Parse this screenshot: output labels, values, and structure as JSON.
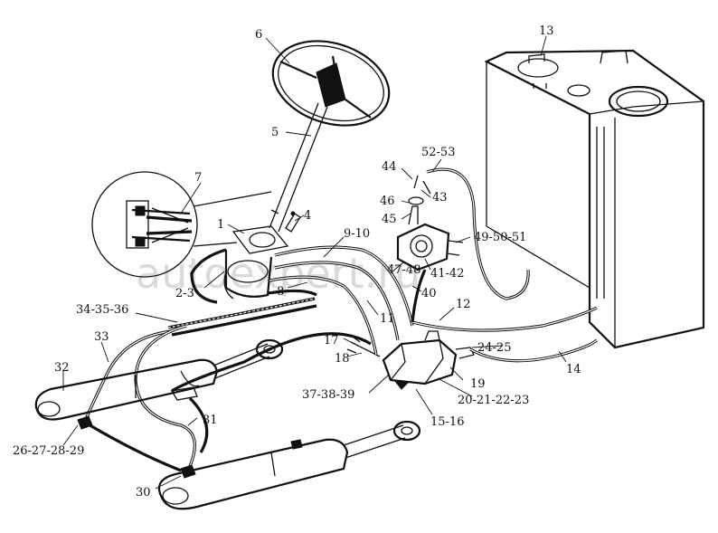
{
  "watermark": "autoexpert.ru",
  "labels": [
    {
      "id": "l1",
      "text": "1"
    },
    {
      "id": "l2",
      "text": "2-3"
    },
    {
      "id": "l4",
      "text": "4"
    },
    {
      "id": "l5",
      "text": "5"
    },
    {
      "id": "l6",
      "text": "6"
    },
    {
      "id": "l7",
      "text": "7"
    },
    {
      "id": "l8",
      "text": "8"
    },
    {
      "id": "l9",
      "text": "9-10"
    },
    {
      "id": "l11",
      "text": "11"
    },
    {
      "id": "l12",
      "text": "12"
    },
    {
      "id": "l13",
      "text": "13"
    },
    {
      "id": "l14",
      "text": "14"
    },
    {
      "id": "l15",
      "text": "15-16"
    },
    {
      "id": "l17",
      "text": "17"
    },
    {
      "id": "l18",
      "text": "18"
    },
    {
      "id": "l19",
      "text": "19"
    },
    {
      "id": "l20",
      "text": "20-21-22-23"
    },
    {
      "id": "l24",
      "text": "24-25"
    },
    {
      "id": "l26",
      "text": "26-27-28-29"
    },
    {
      "id": "l30",
      "text": "30"
    },
    {
      "id": "l31",
      "text": "31"
    },
    {
      "id": "l32",
      "text": "32"
    },
    {
      "id": "l33",
      "text": "33"
    },
    {
      "id": "l34",
      "text": "34-35-36"
    },
    {
      "id": "l37",
      "text": "37-38-39"
    },
    {
      "id": "l40",
      "text": "40"
    },
    {
      "id": "l41",
      "text": "41-42"
    },
    {
      "id": "l43",
      "text": "43"
    },
    {
      "id": "l44",
      "text": "44"
    },
    {
      "id": "l45",
      "text": "45"
    },
    {
      "id": "l46",
      "text": "46"
    },
    {
      "id": "l47",
      "text": "47-48"
    },
    {
      "id": "l49",
      "text": "49-50-51"
    },
    {
      "id": "l52",
      "text": "52-53"
    }
  ]
}
